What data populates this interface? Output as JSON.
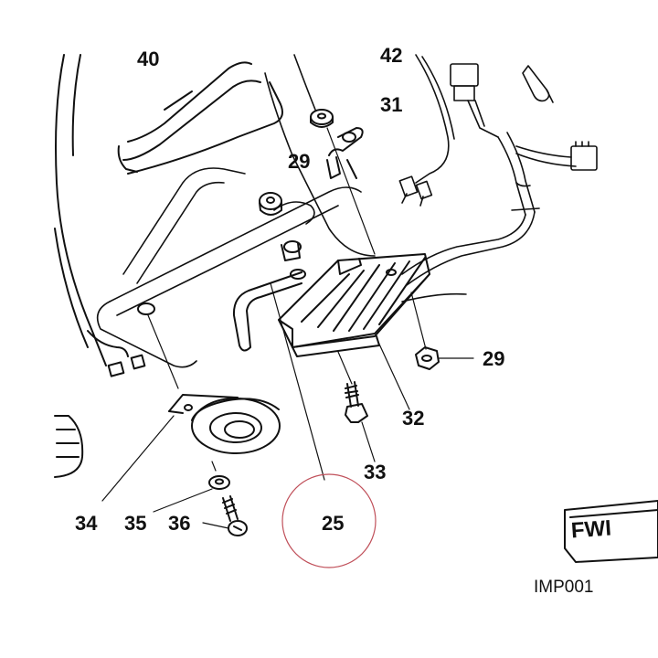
{
  "callouts": {
    "part_40": "40",
    "part_42": "42",
    "part_31": "31",
    "part_29_top": "29",
    "part_29_right": "29",
    "part_32": "32",
    "part_33": "33",
    "part_34": "34",
    "part_35": "35",
    "part_36": "36",
    "part_25": "25"
  },
  "fwd_label": "FWI",
  "image_ref": "IMP001",
  "colors": {
    "line": "#111111",
    "highlight_circle": "#c0505a",
    "background": "#ffffff"
  }
}
